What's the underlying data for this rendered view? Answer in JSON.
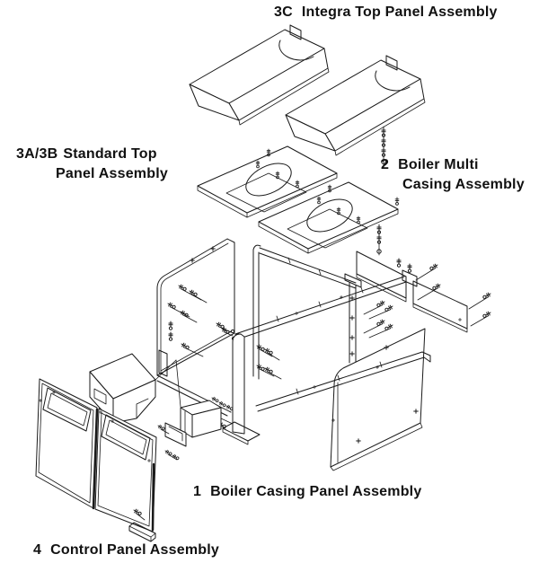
{
  "diagram": {
    "title_context": "Boiler casing exploded assembly diagram",
    "background_color": "#ffffff",
    "line_color": "#1a1a1a",
    "labels": {
      "integra_top_panel": {
        "number": "3C",
        "text": "Integra Top Panel Assembly"
      },
      "standard_top_panel": {
        "number": "3A/3B",
        "text_line1": "Standard Top",
        "text_line2": "Panel Assembly"
      },
      "boiler_multi_casing": {
        "number": "2",
        "text_line1": "Boiler Multi",
        "text_line2": "Casing Assembly"
      },
      "boiler_casing_panel": {
        "number": "1",
        "text": "Boiler Casing Panel Assembly"
      },
      "control_panel": {
        "number": "4",
        "text": "Control Panel Assembly"
      }
    }
  }
}
